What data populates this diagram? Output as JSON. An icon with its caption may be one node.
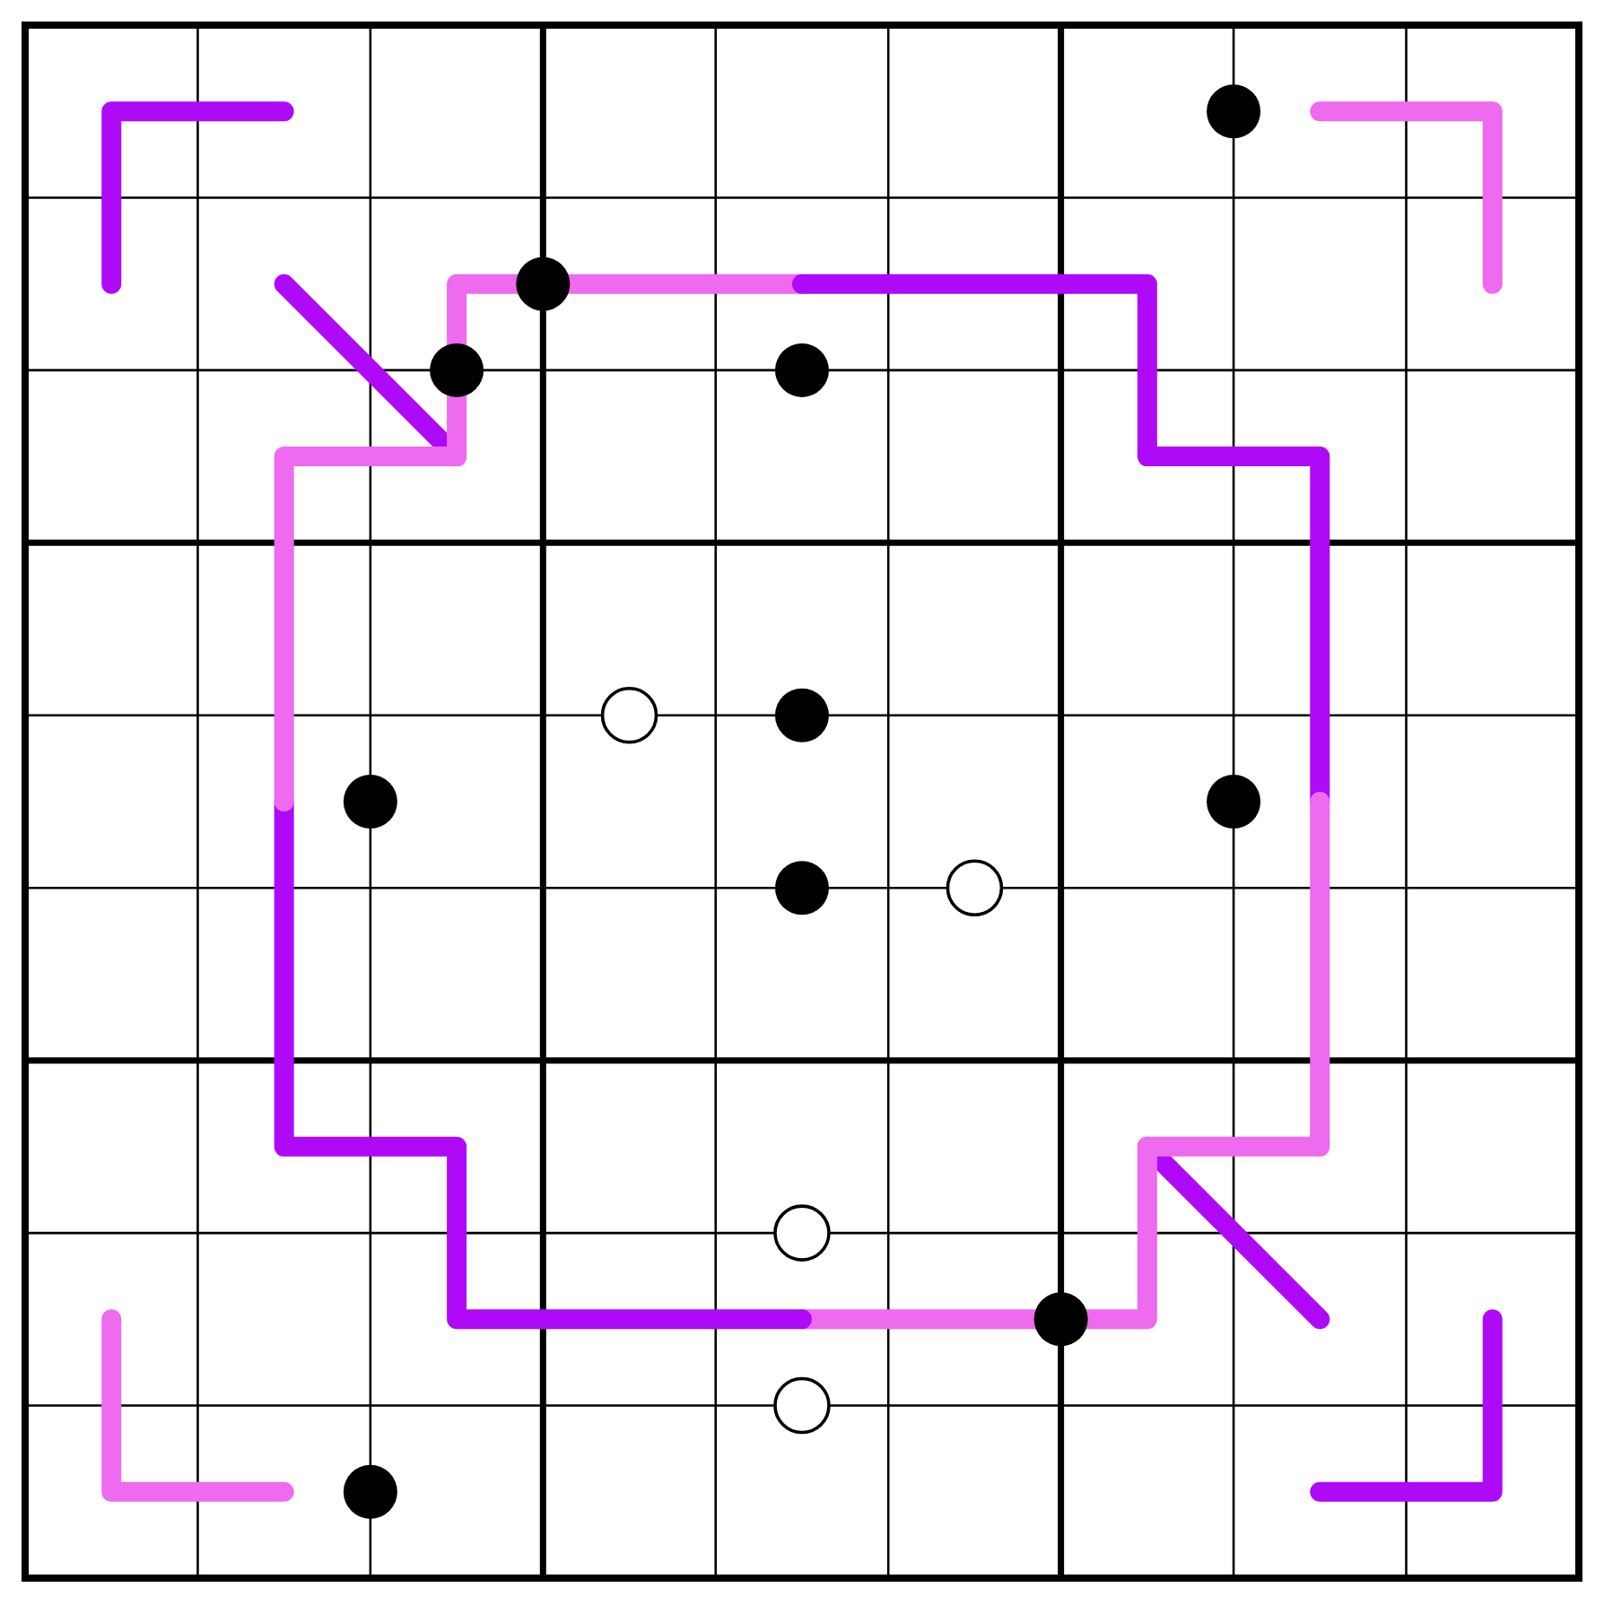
{
  "diagram": {
    "nodes": [
      {
        "text": [],
        "shape": "dot"
      },
      {
        "text": [],
        "shape": "dot"
      },
      {
        "text": [],
        "shape": "dot"
      },
      {
        "text": [],
        "shape": "dot"
      },
      {
        "text": [],
        "shape": "circle"
      },
      {
        "text": [],
        "shape": "dot"
      },
      {
        "text": [],
        "shape": "dot"
      },
      {
        "text": [],
        "shape": "dot"
      },
      {
        "text": [],
        "shape": "dot"
      },
      {
        "text": [],
        "shape": "circle"
      },
      {
        "text": [],
        "shape": "circle"
      },
      {
        "text": [],
        "shape": "dot"
      },
      {
        "text": [],
        "shape": "circle"
      },
      {
        "text": [],
        "shape": "dot"
      }
    ]
  }
}
